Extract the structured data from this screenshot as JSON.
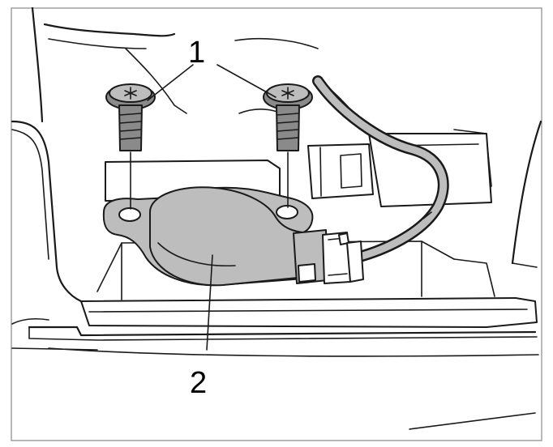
{
  "diagram": {
    "callouts": [
      {
        "id": "1",
        "label": "1",
        "refers_to": [
          "screw-left",
          "screw-right"
        ]
      },
      {
        "id": "2",
        "label": "2",
        "refers_to": [
          "sensor-module"
        ]
      }
    ],
    "colors": {
      "line": "#1a1a1a",
      "component_fill": "#bdbdbd",
      "screw_fill": "#8a8a8a",
      "background": "#ffffff"
    }
  }
}
